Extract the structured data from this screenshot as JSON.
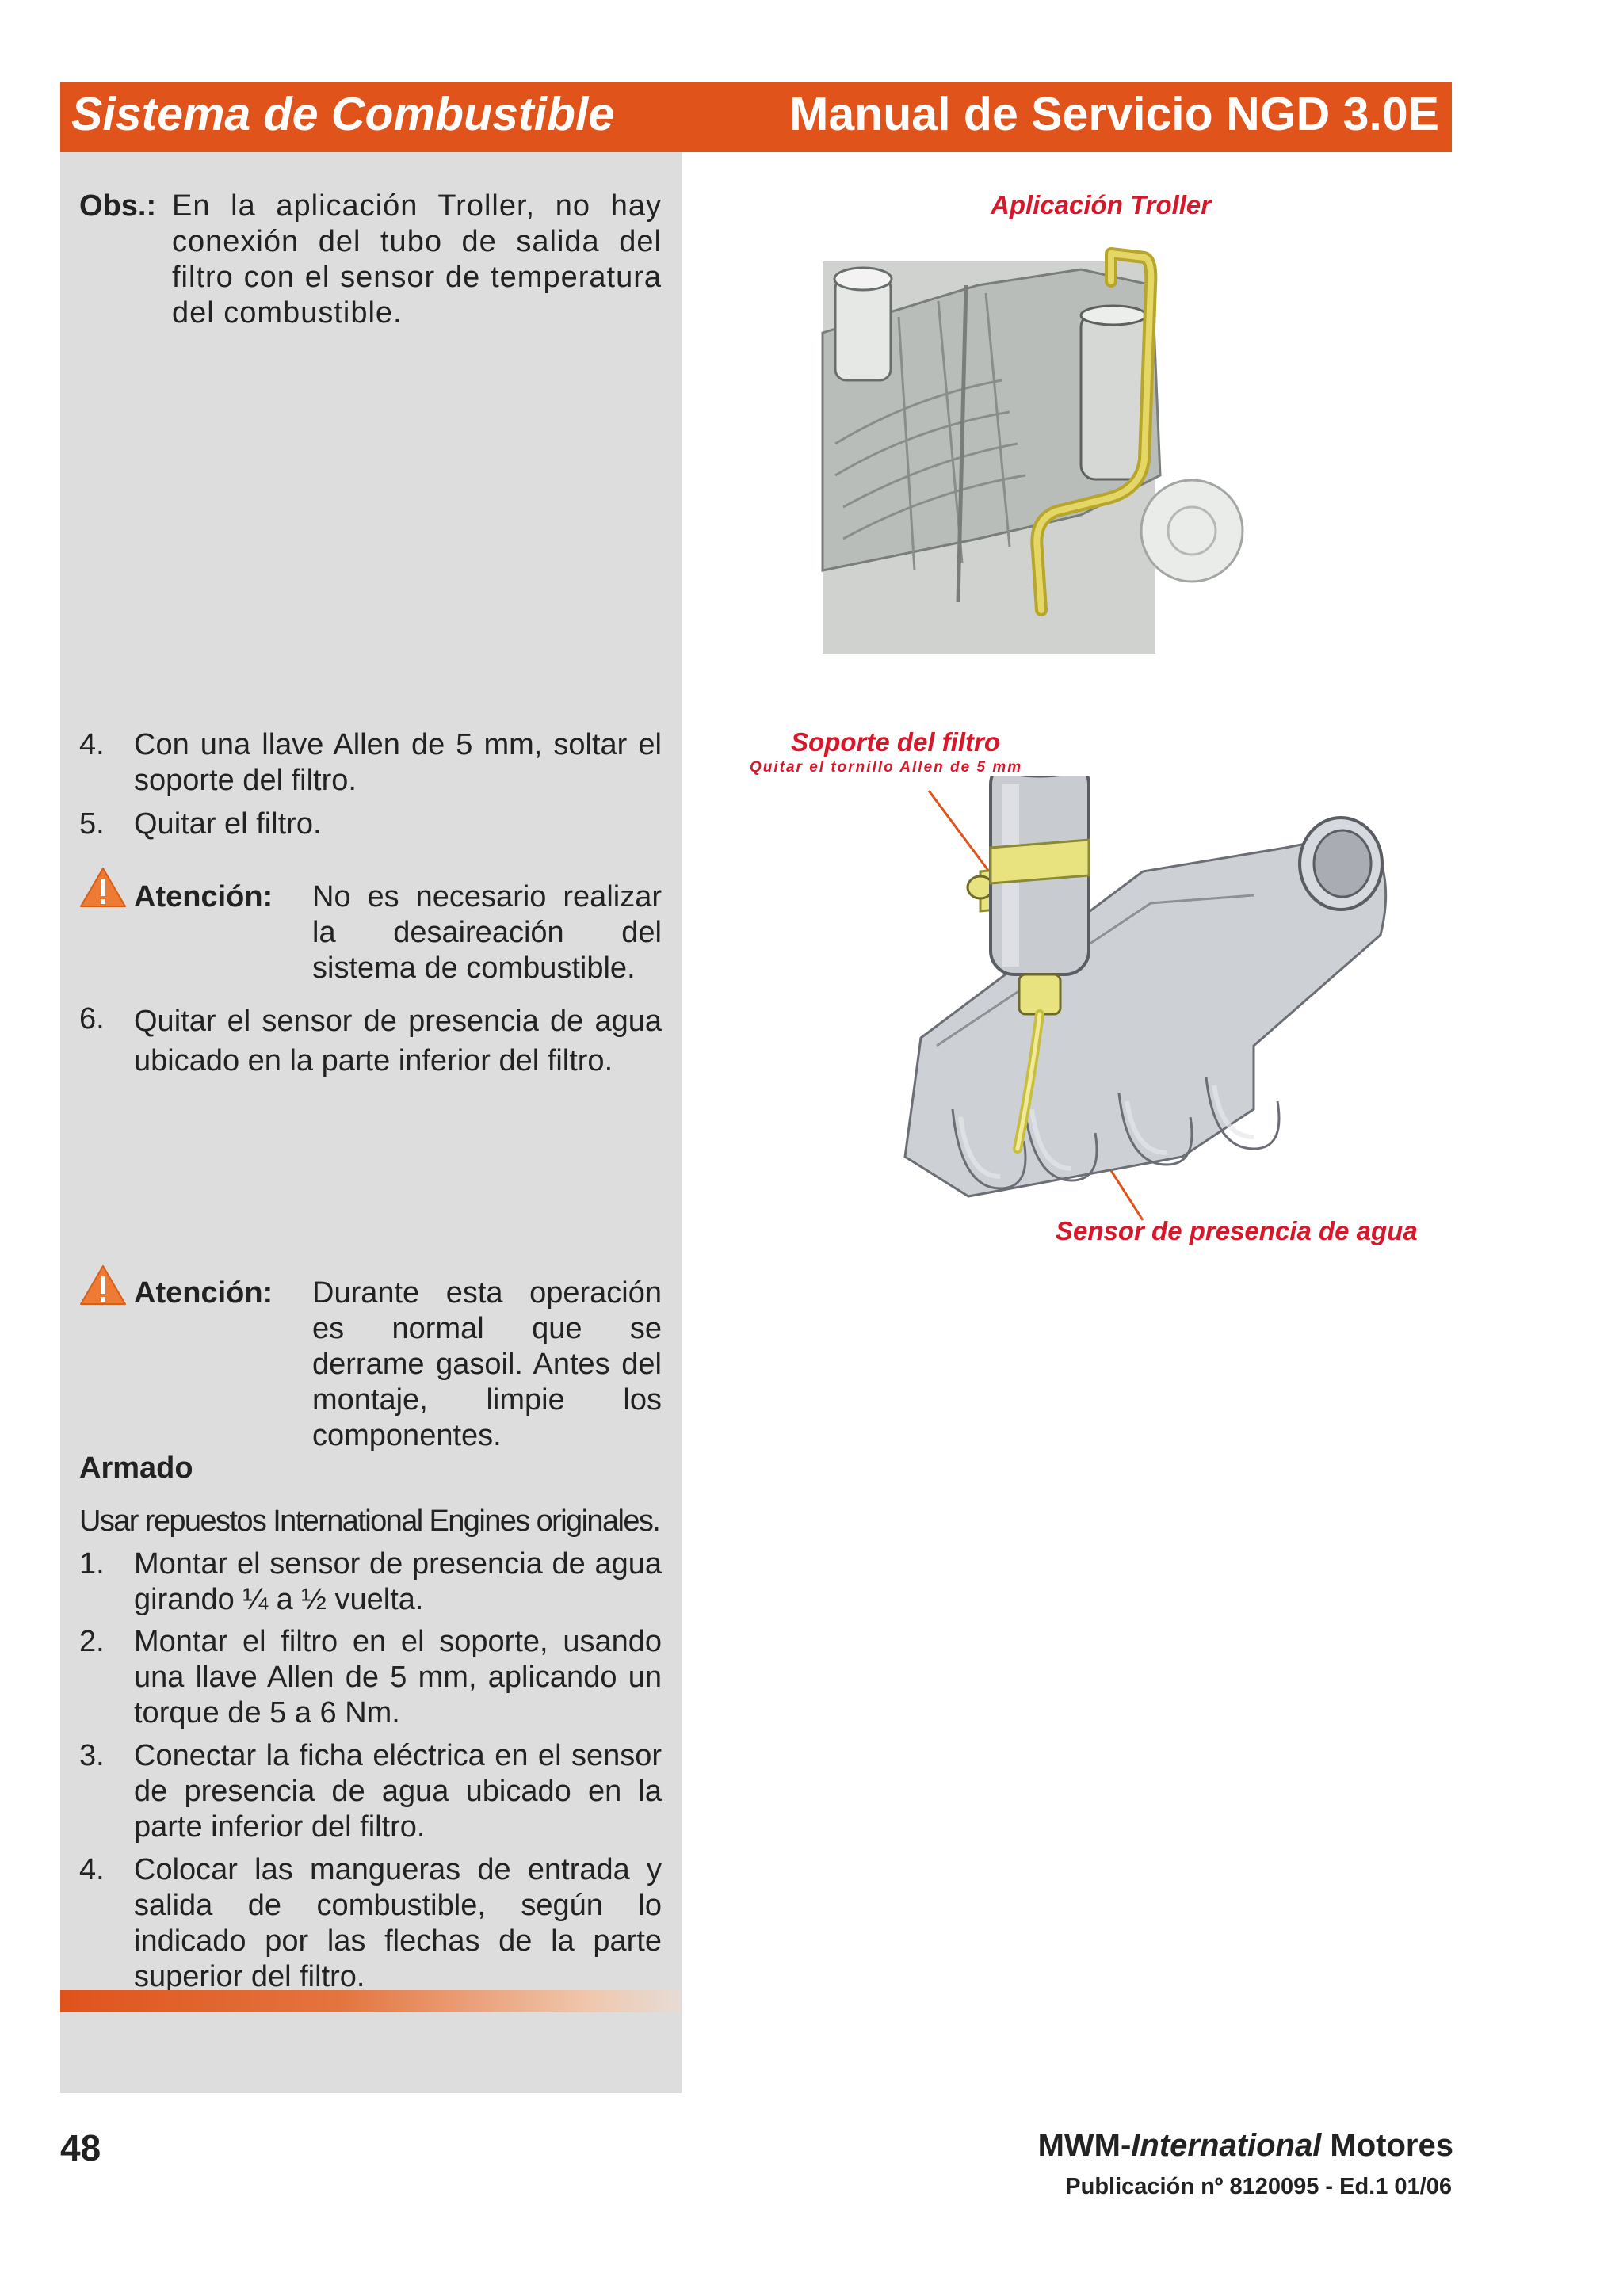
{
  "header": {
    "left_title": "Sistema de Combustible",
    "right_title": "Manual de Servicio NGD 3.0E",
    "color": "#e0531b"
  },
  "obs": {
    "label": "Obs.:",
    "text": "En la aplicación Troller, no hay conexión del tubo de salida del filtro con el sensor de temperatura del combustible."
  },
  "steps_removal": [
    {
      "num": "4.",
      "text": "Con una llave Allen de 5 mm, soltar el soporte del filtro."
    },
    {
      "num": "5.",
      "text": "Quitar el filtro."
    }
  ],
  "attention1": {
    "label": "Atención:",
    "text": "No es necesario realizar la desaireación del sistema de combustible."
  },
  "step6": {
    "num": "6.",
    "text": "Quitar el sensor de presencia de agua ubicado en la parte inferior del filtro."
  },
  "attention2": {
    "label": "Atención:",
    "text": "Durante esta operación es normal que se derrame gasoil. Antes del montaje, limpie los componentes."
  },
  "armado": {
    "heading": "Armado",
    "intro": "Usar repuestos International Engines originales.",
    "steps": [
      {
        "num": "1.",
        "text": "Montar el sensor de presencia de agua girando ¼ a ½ vuelta."
      },
      {
        "num": "2.",
        "text": "Montar el filtro en el soporte, usando una llave Allen de 5 mm, aplicando un torque de 5 a 6 Nm."
      },
      {
        "num": "3.",
        "text": "Conectar la ficha eléctrica en el sensor de presencia de agua ubicado en la parte inferior del filtro."
      },
      {
        "num": "4.",
        "text": "Colocar las mangueras de entrada y salida de combustible, según lo indicado por las flechas de la parte superior del filtro."
      }
    ]
  },
  "figure1": {
    "caption": "Aplicación Troller"
  },
  "figure2": {
    "caption_top": "Soporte del filtro",
    "caption_sub": "Quitar el tornillo Allen de 5 mm",
    "caption_bottom": "Sensor de presencia de agua"
  },
  "footer": {
    "page": "48",
    "brand_prefix": "MWM-",
    "brand_italic": "International",
    "brand_suffix": " Motores",
    "publication": "Publicación nº 8120095 - Ed.1 01/06"
  }
}
